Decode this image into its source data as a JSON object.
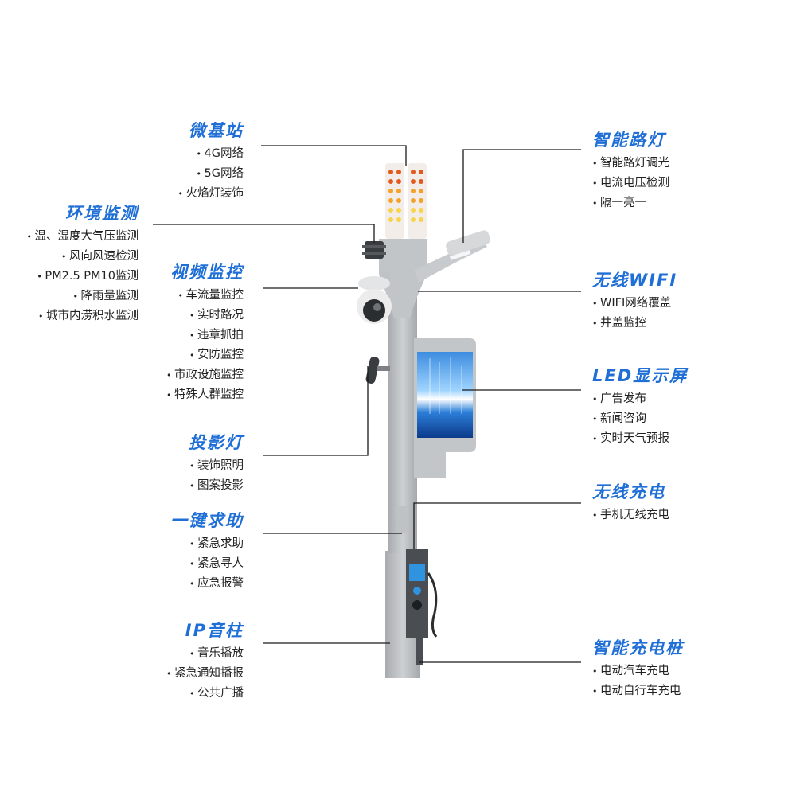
{
  "features": [
    {
      "id": "micro-base-station",
      "side": "left",
      "title": "微基站",
      "items": [
        "4G网络",
        "5G网络",
        "火焰灯装饰"
      ]
    },
    {
      "id": "environment-monitoring",
      "side": "left",
      "title": "环境监测",
      "items": [
        "温、湿度大气压监测",
        "风向风速检测",
        "PM2.5  PM10监测",
        "降雨量监测",
        "城市内涝积水监测"
      ]
    },
    {
      "id": "video-surveillance",
      "side": "left",
      "title": "视频监控",
      "items": [
        "车流量监控",
        "实时路况",
        "违章抓拍",
        "安防监控",
        "市政设施监控",
        "特殊人群监控"
      ]
    },
    {
      "id": "projection-light",
      "side": "left",
      "title": "投影灯",
      "items": [
        "装饰照明",
        "图案投影"
      ]
    },
    {
      "id": "one-key-help",
      "side": "left",
      "title": "一键求助",
      "items": [
        "紧急求助",
        "紧急寻人",
        "应急报警"
      ]
    },
    {
      "id": "ip-speaker",
      "side": "left",
      "title": "IP音柱",
      "items": [
        "音乐播放",
        "紧急通知播报",
        "公共广播"
      ]
    },
    {
      "id": "smart-streetlight",
      "side": "right",
      "title": "智能路灯",
      "items": [
        "智能路灯调光",
        "电流电压检测",
        "隔一亮一"
      ]
    },
    {
      "id": "wireless-wifi",
      "side": "right",
      "title": "无线WIFI",
      "items": [
        "WIFI网络覆盖",
        "井盖监控"
      ]
    },
    {
      "id": "led-display",
      "side": "right",
      "title": "LED显示屏",
      "items": [
        "广告发布",
        "新闻咨询",
        "实时天气预报"
      ]
    },
    {
      "id": "wireless-charging",
      "side": "right",
      "title": "无线充电",
      "items": [
        "手机无线充电"
      ]
    },
    {
      "id": "smart-charging-pile",
      "side": "right",
      "title": "智能充电桩",
      "items": [
        "电动汽车充电",
        "电动自行车充电"
      ]
    }
  ],
  "colors": {
    "title": "#1f6fd6",
    "pole": "#b8bcc0",
    "line": "#1a1a1a",
    "text": "#222222"
  }
}
